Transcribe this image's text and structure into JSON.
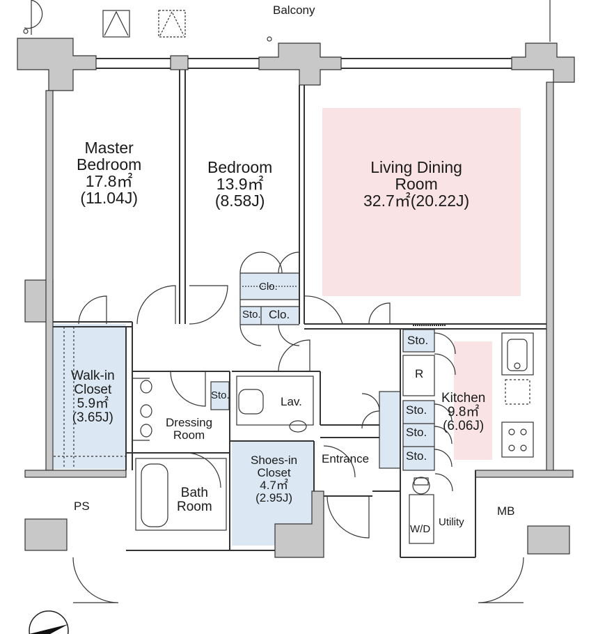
{
  "plan": {
    "balcony": "Balcony",
    "rooms": {
      "master": {
        "name1": "Master",
        "name2": "Bedroom",
        "area": "17.8㎡",
        "jo": "(11.04J)"
      },
      "bedroom": {
        "name": "Bedroom",
        "area": "13.9㎡",
        "jo": "(8.58J)"
      },
      "living": {
        "name1": "Living Dining",
        "name2": "Room",
        "area": "32.7㎡(20.22J)"
      },
      "walkin": {
        "name1": "Walk-in",
        "name2": "Closet",
        "area": "5.9㎡",
        "jo": "(3.65J)"
      },
      "kitchen": {
        "name": "Kitchen",
        "area": "9.8㎡",
        "jo": "(6.06J)"
      },
      "shoes": {
        "name1": "Shoes-in",
        "name2": "Closet",
        "area": "4.7㎡",
        "jo": "(2.95J)"
      },
      "dressing": {
        "name1": "Dressing",
        "name2": "Room"
      },
      "bath": {
        "name1": "Bath",
        "name2": "Room"
      }
    },
    "labels": {
      "clo_top": "Clo.",
      "clo_bottom": "Clo.",
      "sto_left": "Sto.",
      "sto_kitchen": "Sto.",
      "sto_dressing": "Sto.",
      "sto_1": "Sto.",
      "sto_2": "Sto.",
      "sto_3": "Sto.",
      "refrigerator": "R",
      "lav": "Lav.",
      "entrance": "Entrance",
      "utility": "Utility",
      "washer_dryer": "W/D",
      "ps": "PS",
      "mb": "MB"
    },
    "colors": {
      "wall": "#c8c8c8",
      "closet": "#dbe8f4",
      "highlight": "#fae3e5"
    }
  }
}
